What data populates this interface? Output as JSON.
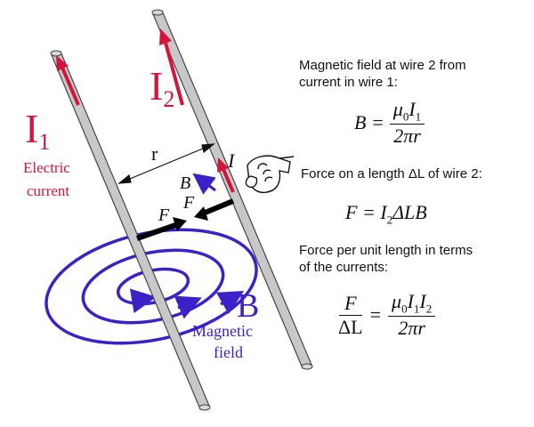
{
  "labels": {
    "current1": {
      "letter": "I",
      "sub": "1"
    },
    "current2": {
      "letter": "I",
      "sub": "2"
    },
    "electric_current_line1": "Electric",
    "electric_current_line2": "current",
    "separation": "r",
    "current_small": "I",
    "field_small": "B",
    "force_left": "F",
    "force_right": "F",
    "field_big": "B",
    "magnetic_field_line1": "Magnetic",
    "magnetic_field_line2": "field"
  },
  "panel": {
    "text1_line1": "Magnetic field at wire 2 from",
    "text1_line2": "current in wire 1:",
    "text2": "Force on a length ΔL of wire 2:",
    "text3_line1": "Force per unit length in terms",
    "text3_line2": "of the currents:"
  },
  "equations": {
    "eq1": {
      "lhs": "B =",
      "num_mu": "μ",
      "num_mu_sub": "0",
      "num_I": "I",
      "num_I_sub": "1",
      "den": "2πr"
    },
    "eq2": {
      "lhs": "F = ",
      "I": "I",
      "I_sub": "2",
      "rest": "ΔLB"
    },
    "eq3": {
      "lhs_num": "F",
      "lhs_den": "ΔL",
      "eq": "=",
      "num_mu": "μ",
      "num_mu_sub": "0",
      "num_I1": "I",
      "num_I1_sub": "1",
      "num_I2": "I",
      "num_I2_sub": "2",
      "den": "2πr"
    }
  },
  "colors": {
    "current": "#d4143a",
    "field": "#3a22c8",
    "wire_fill": "#c8c8c8",
    "wire_edge": "#444444",
    "force": "#000000",
    "text": "#111111"
  },
  "icons": [
    "right-hand-icon"
  ]
}
